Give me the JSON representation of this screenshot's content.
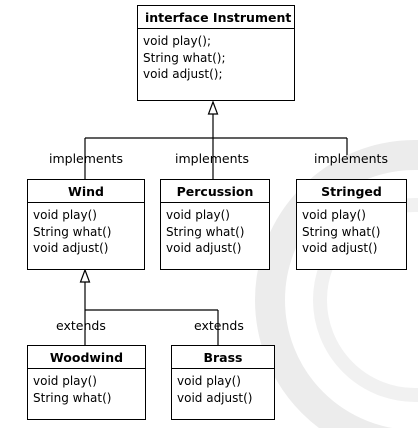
{
  "diagram": {
    "interface": {
      "title": "interface Instrument",
      "methods": [
        "void play();",
        "String what();",
        "void adjust();"
      ]
    },
    "classes": {
      "wind": {
        "title": "Wind",
        "methods": [
          "void play()",
          "String what()",
          "void adjust()"
        ]
      },
      "percussion": {
        "title": "Percussion",
        "methods": [
          "void play()",
          "String what()",
          "void adjust()"
        ]
      },
      "stringed": {
        "title": "Stringed",
        "methods": [
          "void play()",
          "String what()",
          "void adjust()"
        ]
      },
      "woodwind": {
        "title": "Woodwind",
        "methods": [
          "void play()",
          "String what()"
        ]
      },
      "brass": {
        "title": "Brass",
        "methods": [
          "void play()",
          "void adjust()"
        ]
      }
    },
    "relations": {
      "implements_wind": "implements",
      "implements_percussion": "implements",
      "implements_stringed": "implements",
      "extends_woodwind": "extends",
      "extends_brass": "extends"
    }
  }
}
